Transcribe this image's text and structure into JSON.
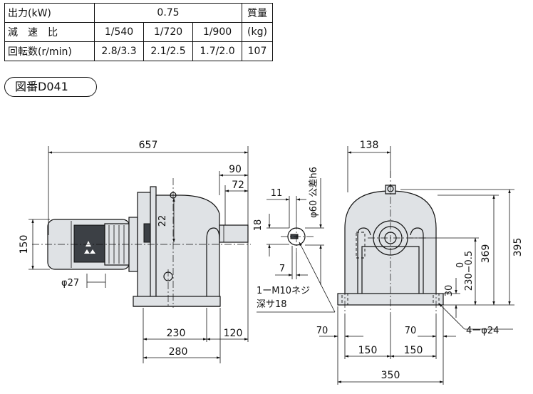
{
  "spec_table": {
    "row1": {
      "label": "出力(kW)",
      "value": "0.75",
      "mass_header": "質量"
    },
    "row2": {
      "label": "減　速　比",
      "values": [
        "1/540",
        "1/720",
        "1/900"
      ],
      "mass_unit": "(kg)"
    },
    "row3": {
      "label": "回転数(r/min)",
      "values": [
        "2.8/3.3",
        "2.1/2.5",
        "1.7/2.0"
      ],
      "mass": "107"
    }
  },
  "figure_label": "図番D041",
  "dimensions": {
    "overall_length": "657",
    "d90": "90",
    "d72": "72",
    "d22": "22",
    "d150_height": "150",
    "d27": "φ27",
    "d230": "230",
    "d280": "280",
    "d120": "120",
    "d11": "11",
    "d18": "18",
    "d7": "7",
    "shaft_dia": "φ60 公差h6",
    "tap_line1": "1ーM10ネジ",
    "tap_line2": "深サ18",
    "d138": "138",
    "d395": "395",
    "d369": "369",
    "tol_upper": "0",
    "tol_lower": "230−0.5",
    "d30": "30",
    "hole_spec": "4ーφ24",
    "d70_left": "70",
    "d70_right": "70",
    "d150_left": "150",
    "d150_right": "150",
    "d350": "350"
  }
}
